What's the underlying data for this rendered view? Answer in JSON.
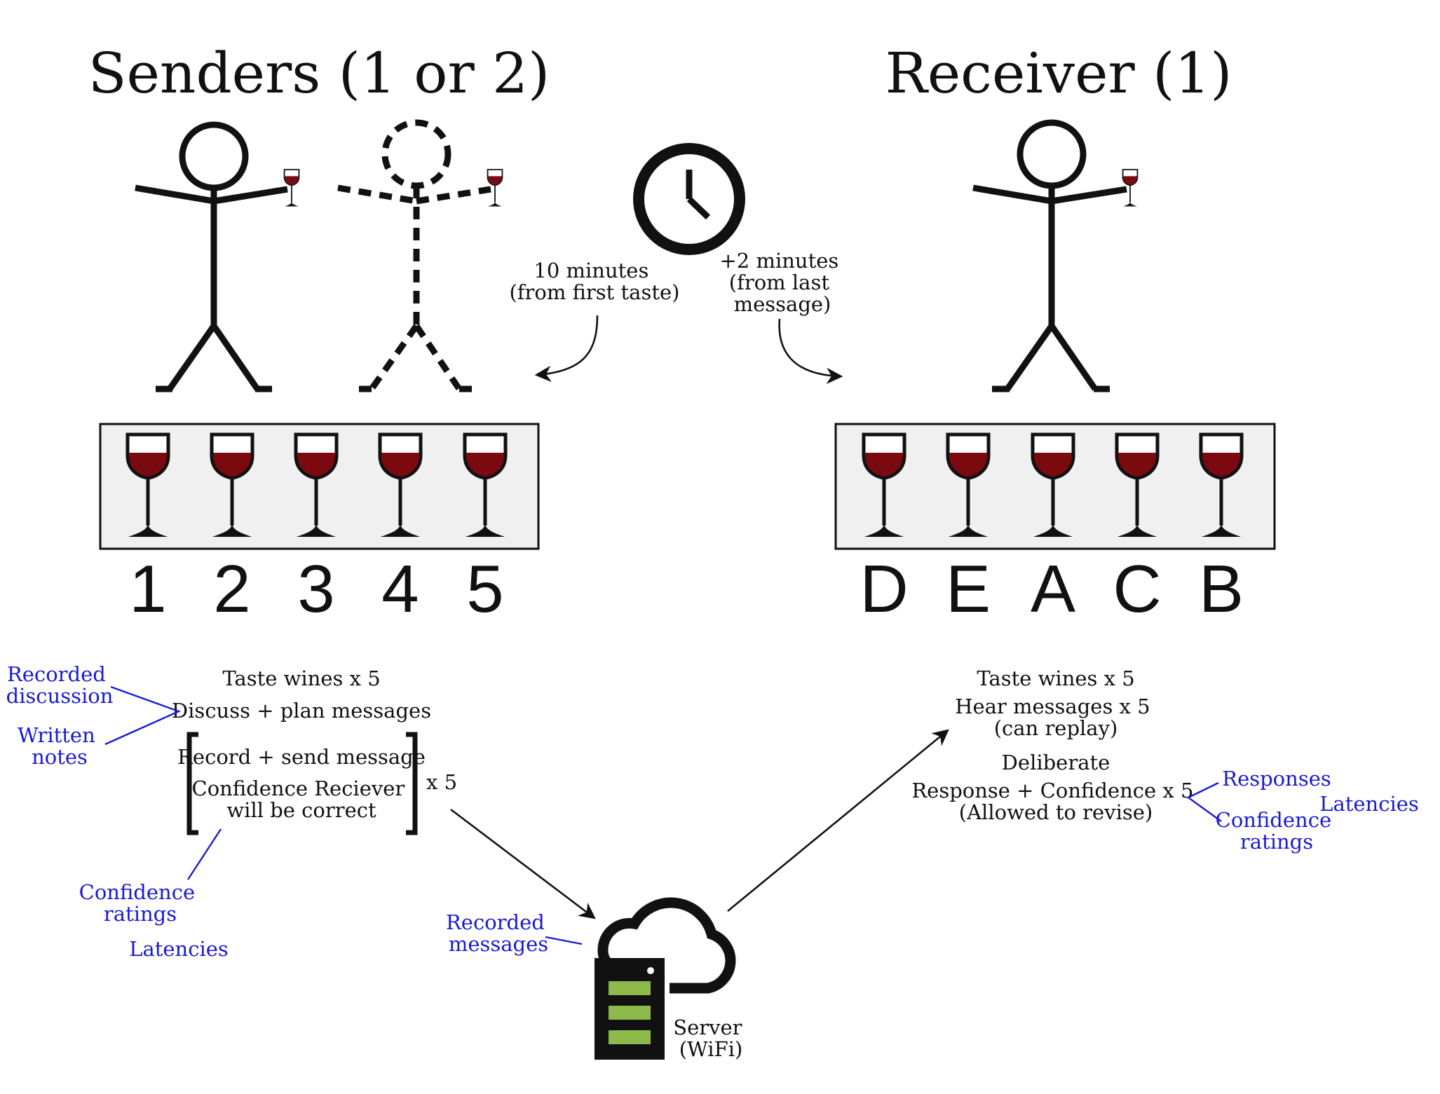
{
  "titles": {
    "senders": "Senders (1 or 2)",
    "receiver": "Receiver (1)"
  },
  "timing": {
    "sender_time": [
      "10 minutes",
      "(from first taste)"
    ],
    "receiver_time": [
      "+2 minutes",
      "(from last",
      "message)"
    ]
  },
  "sender_labels": [
    "1",
    "2",
    "3",
    "4",
    "5"
  ],
  "receiver_labels": [
    "D",
    "E",
    "A",
    "C",
    "B"
  ],
  "sender_steps": {
    "taste": "Taste wines x 5",
    "discuss": "Discuss + plan messages",
    "record": "Record + send message",
    "confidence": [
      "Confidence Reciever",
      "will be correct"
    ],
    "repeat": "x 5"
  },
  "receiver_steps": {
    "taste": "Taste wines x 5",
    "hear": [
      "Hear messages x 5",
      "(can replay)"
    ],
    "deliberate": "Deliberate",
    "response": [
      "Response + Confidence x 5",
      "(Allowed to revise)"
    ]
  },
  "sender_measures": {
    "recorded_discussion": [
      "Recorded",
      "discussion"
    ],
    "written_notes": [
      "Written",
      "notes"
    ],
    "confidence_ratings": [
      "Confidence",
      "ratings"
    ],
    "latencies": "Latencies"
  },
  "server": {
    "recorded_messages": [
      "Recorded",
      "messages"
    ],
    "label": [
      "Server",
      "(WiFi)"
    ]
  },
  "receiver_measures": {
    "responses": "Responses",
    "confidence_ratings": [
      "Confidence",
      "ratings"
    ],
    "latencies": "Latencies"
  },
  "colors": {
    "wine": "#7a0a10",
    "measure_text": "#1a1ad6",
    "server_slot": "#8db84a",
    "tray_fill": "#f0f0f0"
  }
}
